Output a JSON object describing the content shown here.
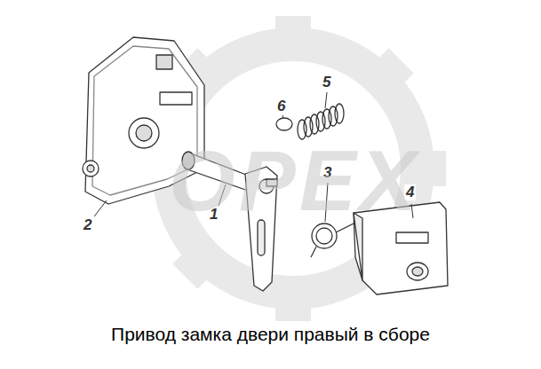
{
  "diagram": {
    "caption": "Привод замка двери правый в сборе",
    "labels": [
      "1",
      "2",
      "3",
      "4",
      "5",
      "6",
      "OPEX"
    ]
  }
}
